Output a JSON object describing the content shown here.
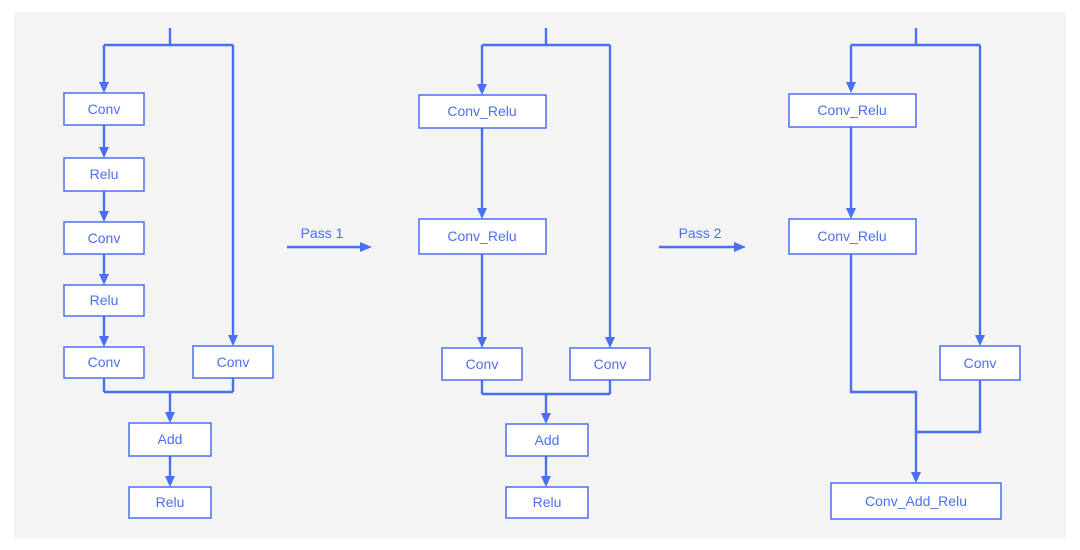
{
  "colors": {
    "accent": "#4b6ff2",
    "background": "#f4f4f4",
    "node_fill": "#ffffff"
  },
  "stage1": {
    "conv1": "Conv",
    "relu1": "Relu",
    "conv2": "Conv",
    "relu2": "Relu",
    "conv3": "Conv",
    "conv_branch": "Conv",
    "add": "Add",
    "relu_out": "Relu"
  },
  "pass1": {
    "label": "Pass 1"
  },
  "stage2": {
    "conv_relu1": "Conv_Relu",
    "conv_relu2": "Conv_Relu",
    "conv3": "Conv",
    "conv_branch": "Conv",
    "add": "Add",
    "relu_out": "Relu"
  },
  "pass2": {
    "label": "Pass 2"
  },
  "stage3": {
    "conv_relu1": "Conv_Relu",
    "conv_relu2": "Conv_Relu",
    "conv_branch": "Conv",
    "conv_add_relu": "Conv_Add_Relu"
  }
}
